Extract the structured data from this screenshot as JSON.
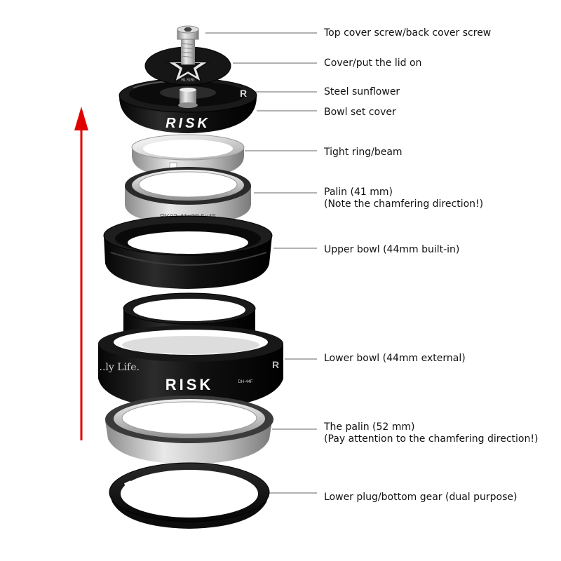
{
  "colors": {
    "arrow": "#e00000",
    "leader": "#666666",
    "anodized_black": "#101010",
    "steel": "#c4c4c4",
    "text": "#111111"
  },
  "product": {
    "brand_top_cap": "RISK",
    "brand_lower_cup": "RISK",
    "top_cap_small_text": "RLSIRI",
    "bearing_upper_marking": "RK03-41x30.5x45",
    "lower_cup_slogan": "...ly Life.",
    "lower_cup_model": "DH-44F",
    "lower_cup_side_letter": "R",
    "cover_side_letter": "R"
  },
  "labels": [
    {
      "id": "top-screw",
      "lines": [
        "Top cover screw/back cover screw"
      ]
    },
    {
      "id": "cover-lid",
      "lines": [
        "Cover/put the lid on"
      ]
    },
    {
      "id": "steel-sunflower",
      "lines": [
        "Steel sunflower"
      ]
    },
    {
      "id": "bowl-set-cover",
      "lines": [
        "Bowl set cover"
      ]
    },
    {
      "id": "tight-ring",
      "lines": [
        "Tight ring/beam"
      ]
    },
    {
      "id": "bearing-upper",
      "lines": [
        "Palin (41 mm)",
        "(Note the chamfering direction!)"
      ]
    },
    {
      "id": "upper-bowl",
      "lines": [
        "Upper bowl (44mm built-in)"
      ]
    },
    {
      "id": "lower-bowl",
      "lines": [
        "Lower bowl (44mm external)"
      ]
    },
    {
      "id": "bearing-lower",
      "lines": [
        "The palin (52 mm)",
        "(Pay attention to the chamfering direction!)"
      ]
    },
    {
      "id": "lower-plug",
      "lines": [
        "Lower plug/bottom gear (dual purpose)"
      ]
    }
  ]
}
